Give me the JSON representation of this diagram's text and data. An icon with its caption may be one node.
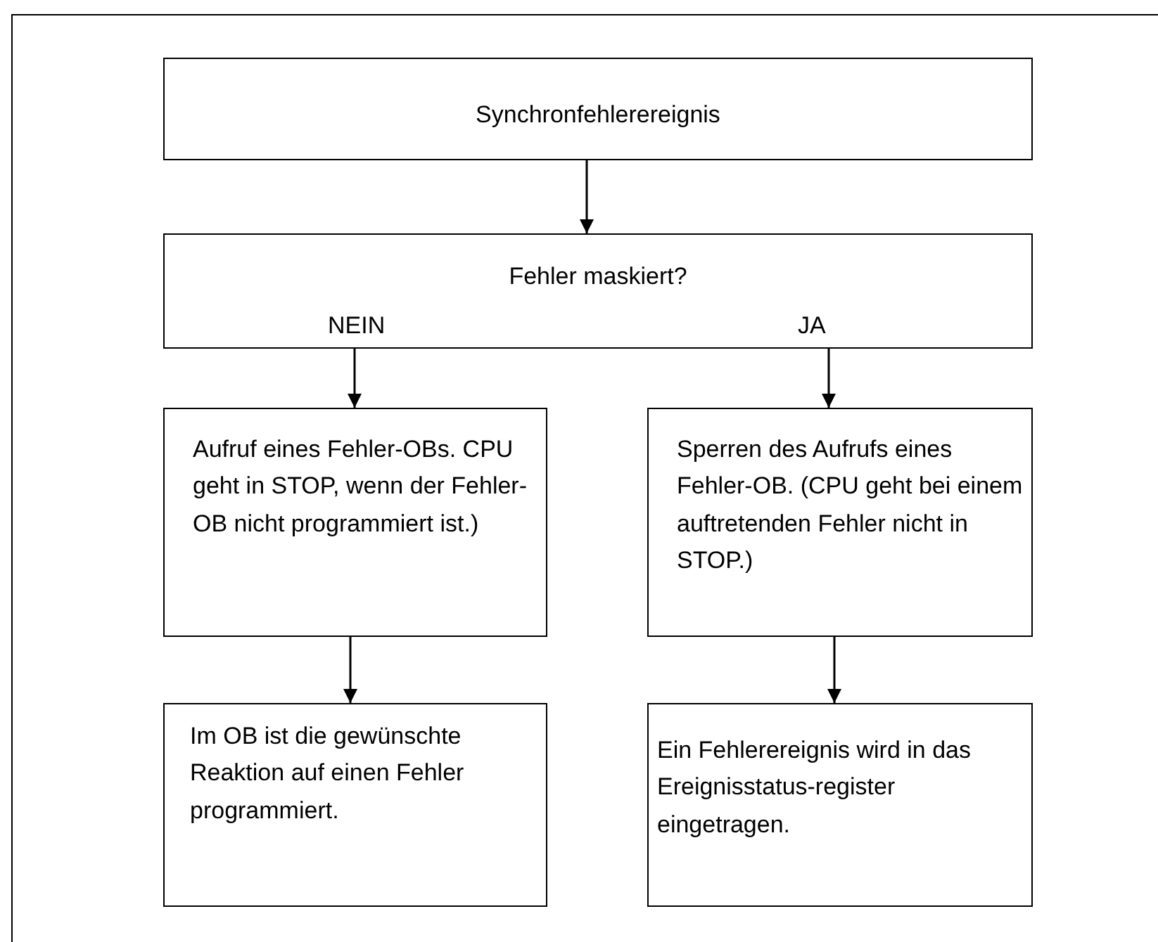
{
  "diagram": {
    "nodes": [
      {
        "text": [
          "Synchronfehlerereignis"
        ]
      },
      {
        "text": [
          "Fehler maskiert?",
          "NEIN",
          "JA"
        ]
      },
      {
        "text": [
          "Aufruf eines Fehler-OBs. CPU geht in STOP, wenn der Fehler-OB nicht programmiert ist.)"
        ]
      },
      {
        "text": [
          "Sperren des Aufrufs eines Fehler-OB. (CPU geht bei einem auftretenden Fehler nicht in STOP.)"
        ]
      },
      {
        "text": [
          "Im OB ist die gewünschte Reaktion auf einen Fehler programmiert."
        ]
      },
      {
        "text": [
          "Ein Fehlerereignis wird in das Ereignisstatus-register eingetragen."
        ]
      }
    ],
    "edges": [
      {
        "from": 0,
        "to": 1,
        "arrow": "to"
      },
      {
        "from": 1,
        "to": 2,
        "arrow": "to"
      },
      {
        "from": 1,
        "to": 3,
        "arrow": "to"
      },
      {
        "from": 2,
        "to": 4,
        "arrow": "to"
      },
      {
        "from": 3,
        "to": 5,
        "arrow": "to"
      }
    ]
  }
}
